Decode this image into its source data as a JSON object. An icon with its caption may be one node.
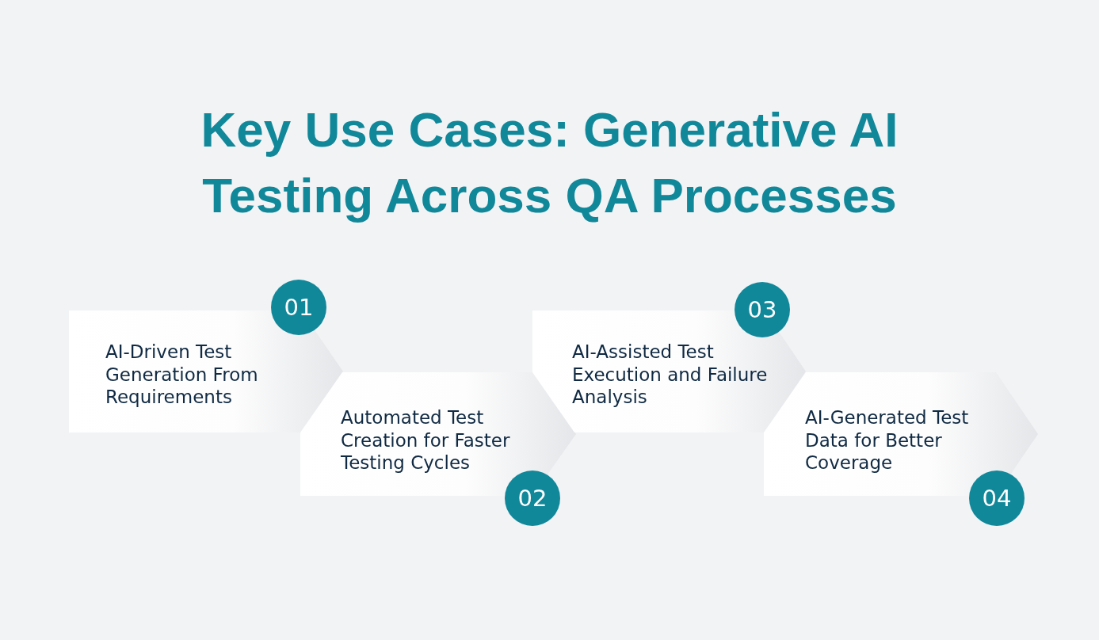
{
  "diagram": {
    "title": "Key Use Cases: Generative AI Testing Across QA Processes",
    "nodes": [
      {
        "text": [
          "01"
        ]
      },
      {
        "text": [
          "AI-Driven Test Generation From Requirements"
        ]
      },
      {
        "text": [
          "Automated Test Creation for Faster Testing Cycles"
        ]
      },
      {
        "text": [
          "02"
        ]
      },
      {
        "text": [
          "03"
        ]
      },
      {
        "text": [
          "AI-Assisted Test Execution and Failure Analysis"
        ]
      },
      {
        "text": [
          "AI-Generated Test Data for Better Coverage"
        ]
      },
      {
        "text": [
          "04"
        ]
      }
    ]
  }
}
